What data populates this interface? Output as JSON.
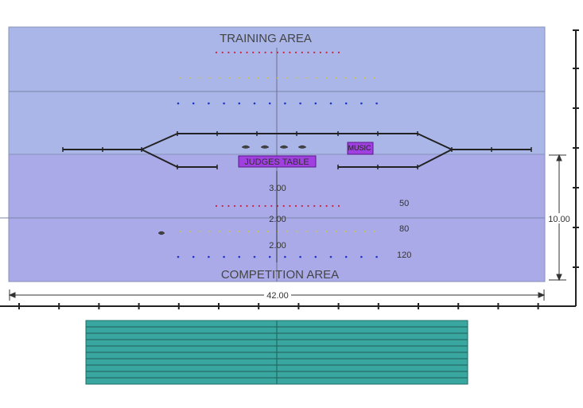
{
  "labels": {
    "training_area": "TRAINING AREA",
    "competition_area": "COMPETITION AREA",
    "judges_table": "JUDGES TABLE",
    "music": "MUSIC"
  },
  "dimensions": {
    "width": "42.00",
    "height": "10.00",
    "gap_upper": "3.00",
    "gap_middle": "2.00",
    "gap_lower": "2.00"
  },
  "row_distances": {
    "row_1": "50",
    "row_2": "80",
    "row_3": "120"
  },
  "colors": {
    "training_fill": "#aab6e8",
    "competition_fill": "#aaaae8",
    "judges_fill": "#a040e0",
    "bleachers_fill": "#3aa6a0",
    "red_dots": "#cc2244",
    "yellow_dots": "#c8c060",
    "blue_dots": "#2233cc"
  }
}
